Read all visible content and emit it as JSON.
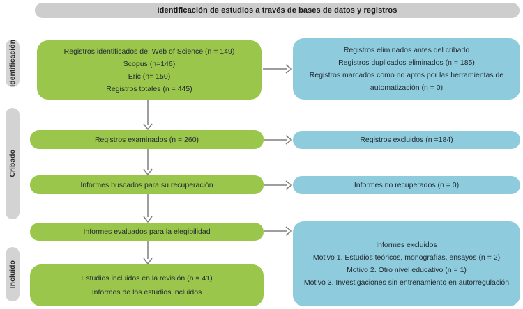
{
  "header": {
    "title": "Identificación de estudios a través de bases de datos y registros"
  },
  "stages": [
    {
      "label": "Identificación"
    },
    {
      "label": "Cribado"
    },
    {
      "label": "Incluido"
    }
  ],
  "boxes": {
    "identified": {
      "lines": [
        "Registros identificados de: Web of Science (n = 149)",
        "Scopus (n=146)",
        "Eric (n= 150)",
        "Registros totales (n = 445)"
      ]
    },
    "removed_before": {
      "lines": [
        "Registros eliminados antes del cribado",
        "Registros duplicados eliminados (n = 185)",
        "Registros marcados como no aptos por las herramientas de automatización (n = 0)"
      ]
    },
    "screened": {
      "lines": [
        "Registros examinados (n = 260)"
      ]
    },
    "excluded": {
      "lines": [
        "Registros excluidos (n =184)"
      ]
    },
    "sought": {
      "lines": [
        "Informes buscados para su recuperación"
      ]
    },
    "not_retrieved": {
      "lines": [
        "Informes no recuperados (n = 0)"
      ]
    },
    "assessed": {
      "lines": [
        "Informes evaluados para la elegibilidad"
      ]
    },
    "reports_excluded": {
      "lines": [
        "Informes excluidos",
        "Motivo 1. Estudios teóricos, monografías, ensayos (n = 2)",
        "Motivo 2. Otro nivel educativo (n = 1)",
        "Motivo 3. Investigaciones sin entrenamiento en autorregulación"
      ]
    },
    "included": {
      "lines": [
        "Estudios incluidos en la revisión (n = 41)",
        "Informes de los estudios incluidos"
      ]
    }
  },
  "colors": {
    "green": "#9ac64c",
    "blue": "#8ecbdd",
    "header-gray": "#cdcdcd",
    "rail-gray": "#d3d3d3",
    "arrow": "#7e7e7e",
    "text": "#232a31"
  }
}
